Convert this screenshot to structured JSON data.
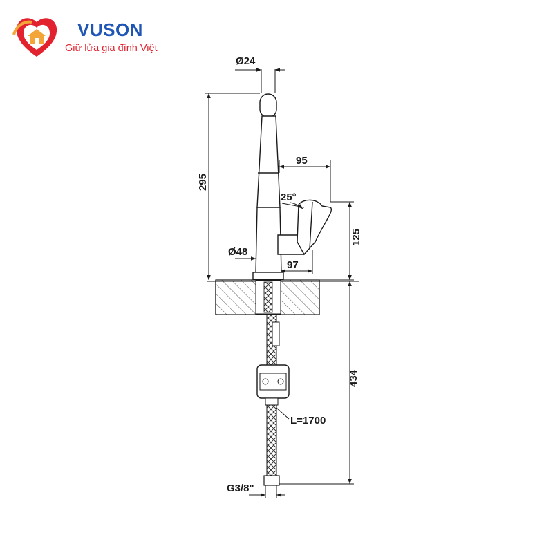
{
  "brand": {
    "name": "VUSON",
    "slogan": "Giữ lửa gia đình Việt",
    "colors": {
      "primary": "#1f56b5",
      "accent": "#e2232f",
      "secondary": "#f4a53a"
    },
    "logo_icon": "house-heart-icon"
  },
  "drawing": {
    "line_color": "#1a1a1a",
    "dimensions": {
      "spout_diameter": "Ø24",
      "total_height": "295",
      "handle_reach": "95",
      "handle_angle": "25°",
      "handle_height": "125",
      "base_diameter": "Ø48",
      "base_to_handle": "97",
      "below_counter_length": "434",
      "hose_length": "L=1700",
      "connection_thread": "G3/8\""
    }
  }
}
